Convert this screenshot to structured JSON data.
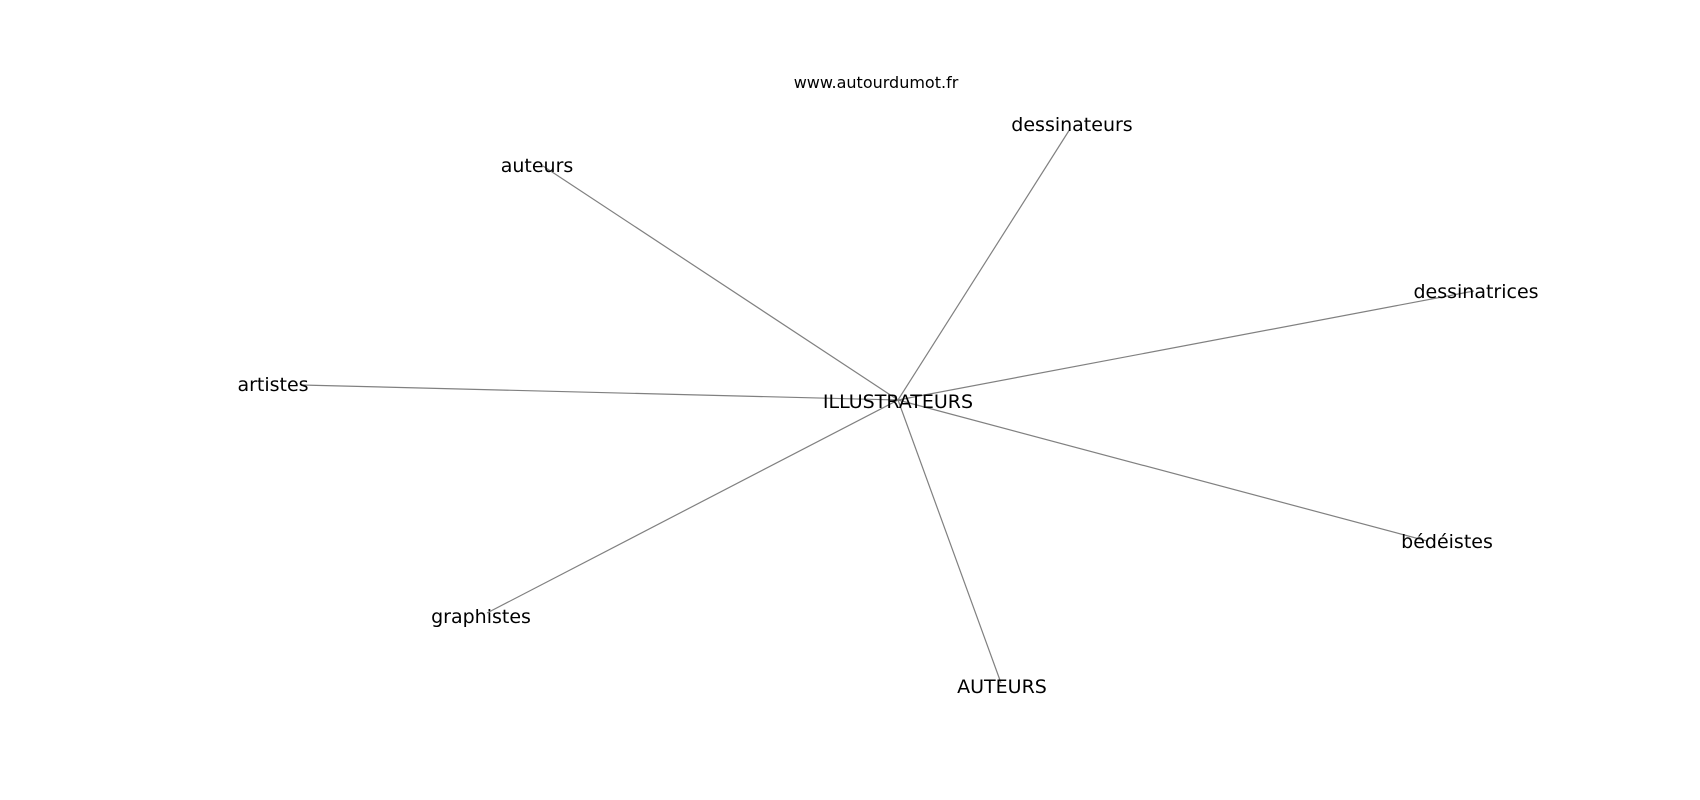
{
  "watermark": "www.autourdumot.fr",
  "graph": {
    "center": {
      "id": "center",
      "label": "ILLUSTRATEURS"
    },
    "nodes": [
      {
        "id": "dessinateurs",
        "label": "dessinateurs"
      },
      {
        "id": "auteurs",
        "label": "auteurs"
      },
      {
        "id": "dessinatrices",
        "label": "dessinatrices"
      },
      {
        "id": "artistes",
        "label": "artistes"
      },
      {
        "id": "bedeistes",
        "label": "bédéistes"
      },
      {
        "id": "graphistes",
        "label": "graphistes"
      },
      {
        "id": "auteurs-upper",
        "label": "AUTEURS"
      }
    ],
    "edges": [
      {
        "from": "center",
        "to": "dessinateurs"
      },
      {
        "from": "center",
        "to": "auteurs"
      },
      {
        "from": "center",
        "to": "dessinatrices"
      },
      {
        "from": "center",
        "to": "artistes"
      },
      {
        "from": "center",
        "to": "bedeistes"
      },
      {
        "from": "center",
        "to": "graphistes"
      },
      {
        "from": "center",
        "to": "auteurs-upper"
      }
    ]
  }
}
